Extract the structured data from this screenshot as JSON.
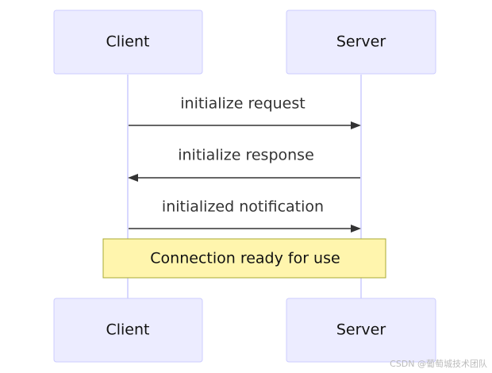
{
  "participants": [
    {
      "name": "Client"
    },
    {
      "name": "Server"
    }
  ],
  "messages": [
    {
      "from": "Client",
      "to": "Server",
      "label": "initialize request"
    },
    {
      "from": "Server",
      "to": "Client",
      "label": "initialize response"
    },
    {
      "from": "Client",
      "to": "Server",
      "label": "initialized notification"
    }
  ],
  "note": {
    "text": "Connection ready for use",
    "over": [
      "Client",
      "Server"
    ]
  },
  "colors": {
    "actor_fill": "#ececff",
    "actor_stroke": "#ccccff",
    "note_fill": "#fff5ad",
    "note_stroke": "#aaaa33",
    "line": "#333333"
  },
  "watermark": "CSDN @葡萄城技术团队"
}
